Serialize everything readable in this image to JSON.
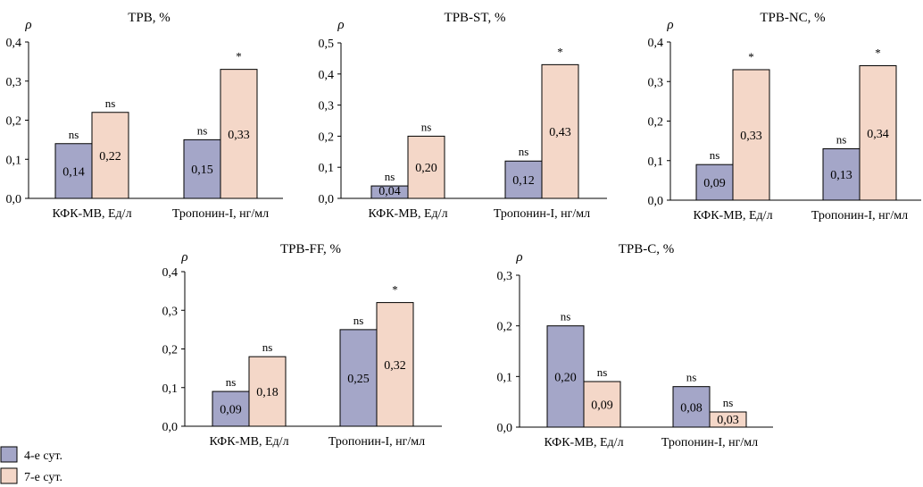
{
  "colors": {
    "day4": "#a4a6c8",
    "day7": "#f4d7c8",
    "stroke": "#000000"
  },
  "legend": [
    {
      "key": "day4",
      "label": "4-е сут."
    },
    {
      "key": "day7",
      "label": "7-е сут."
    }
  ],
  "chart_data": [
    {
      "type": "bar",
      "title": "ТРВ, %",
      "ylabel": "ρ",
      "ylim": [
        0,
        0.4
      ],
      "yticks": [
        "0,0",
        "0,1",
        "0,2",
        "0,3",
        "0,4"
      ],
      "categories": [
        "КФК-МВ, Ед/л",
        "Тропонин-I, нг/мл"
      ],
      "series": [
        {
          "name": "4-е сут.",
          "values": [
            0.14,
            0.15
          ],
          "labels": [
            "0,14",
            "0,15"
          ],
          "sig": [
            "ns",
            "ns"
          ]
        },
        {
          "name": "7-е сут.",
          "values": [
            0.22,
            0.33
          ],
          "labels": [
            "0,22",
            "0,33"
          ],
          "sig": [
            "ns",
            "*"
          ]
        }
      ]
    },
    {
      "type": "bar",
      "title": "ТРВ-ST, %",
      "ylabel": "ρ",
      "ylim": [
        0,
        0.5
      ],
      "yticks": [
        "0,0",
        "0,1",
        "0,2",
        "0,3",
        "0,4",
        "0,5"
      ],
      "categories": [
        "КФК-МВ, Ед/л",
        "Тропонин-I, нг/мл"
      ],
      "series": [
        {
          "name": "4-е сут.",
          "values": [
            0.04,
            0.12
          ],
          "labels": [
            "0,04",
            "0,12"
          ],
          "sig": [
            "ns",
            "ns"
          ]
        },
        {
          "name": "7-е сут.",
          "values": [
            0.2,
            0.43
          ],
          "labels": [
            "0,20",
            "0,43"
          ],
          "sig": [
            "ns",
            "*"
          ]
        }
      ]
    },
    {
      "type": "bar",
      "title": "ТРВ-NC, %",
      "ylabel": "ρ",
      "ylim": [
        0,
        0.4
      ],
      "yticks": [
        "0,0",
        "0,1",
        "0,2",
        "0,3",
        "0,4"
      ],
      "categories": [
        "КФК-МВ, Ед/л",
        "Тропонин-I, нг/мл"
      ],
      "series": [
        {
          "name": "4-е сут.",
          "values": [
            0.09,
            0.13
          ],
          "labels": [
            "0,09",
            "0,13"
          ],
          "sig": [
            "ns",
            "ns"
          ]
        },
        {
          "name": "7-е сут.",
          "values": [
            0.33,
            0.34
          ],
          "labels": [
            "0,33",
            "0,34"
          ],
          "sig": [
            "*",
            "*"
          ]
        }
      ]
    },
    {
      "type": "bar",
      "title": "ТРВ-FF, %",
      "ylabel": "ρ",
      "ylim": [
        0,
        0.4
      ],
      "yticks": [
        "0,0",
        "0,1",
        "0,2",
        "0,3",
        "0,4"
      ],
      "categories": [
        "КФК-МВ, Ед/л",
        "Тропонин-I, нг/мл"
      ],
      "series": [
        {
          "name": "4-е сут.",
          "values": [
            0.09,
            0.25
          ],
          "labels": [
            "0,09",
            "0,25"
          ],
          "sig": [
            "ns",
            "ns"
          ]
        },
        {
          "name": "7-е сут.",
          "values": [
            0.18,
            0.32
          ],
          "labels": [
            "0,18",
            "0,32"
          ],
          "sig": [
            "ns",
            "*"
          ]
        }
      ]
    },
    {
      "type": "bar",
      "title": "ТРВ-С, %",
      "ylabel": "ρ",
      "ylim": [
        0,
        0.3
      ],
      "yticks": [
        "0,0",
        "0,1",
        "0,2",
        "0,3"
      ],
      "categories": [
        "КФК-МВ, Ед/л",
        "Тропонин-I, нг/мл"
      ],
      "series": [
        {
          "name": "4-е сут.",
          "values": [
            0.2,
            0.08
          ],
          "labels": [
            "0,20",
            "0,08"
          ],
          "sig": [
            "ns",
            "ns"
          ]
        },
        {
          "name": "7-е сут.",
          "values": [
            0.09,
            0.03
          ],
          "labels": [
            "0,09",
            "0,03"
          ],
          "sig": [
            "ns",
            "ns"
          ]
        }
      ]
    }
  ]
}
